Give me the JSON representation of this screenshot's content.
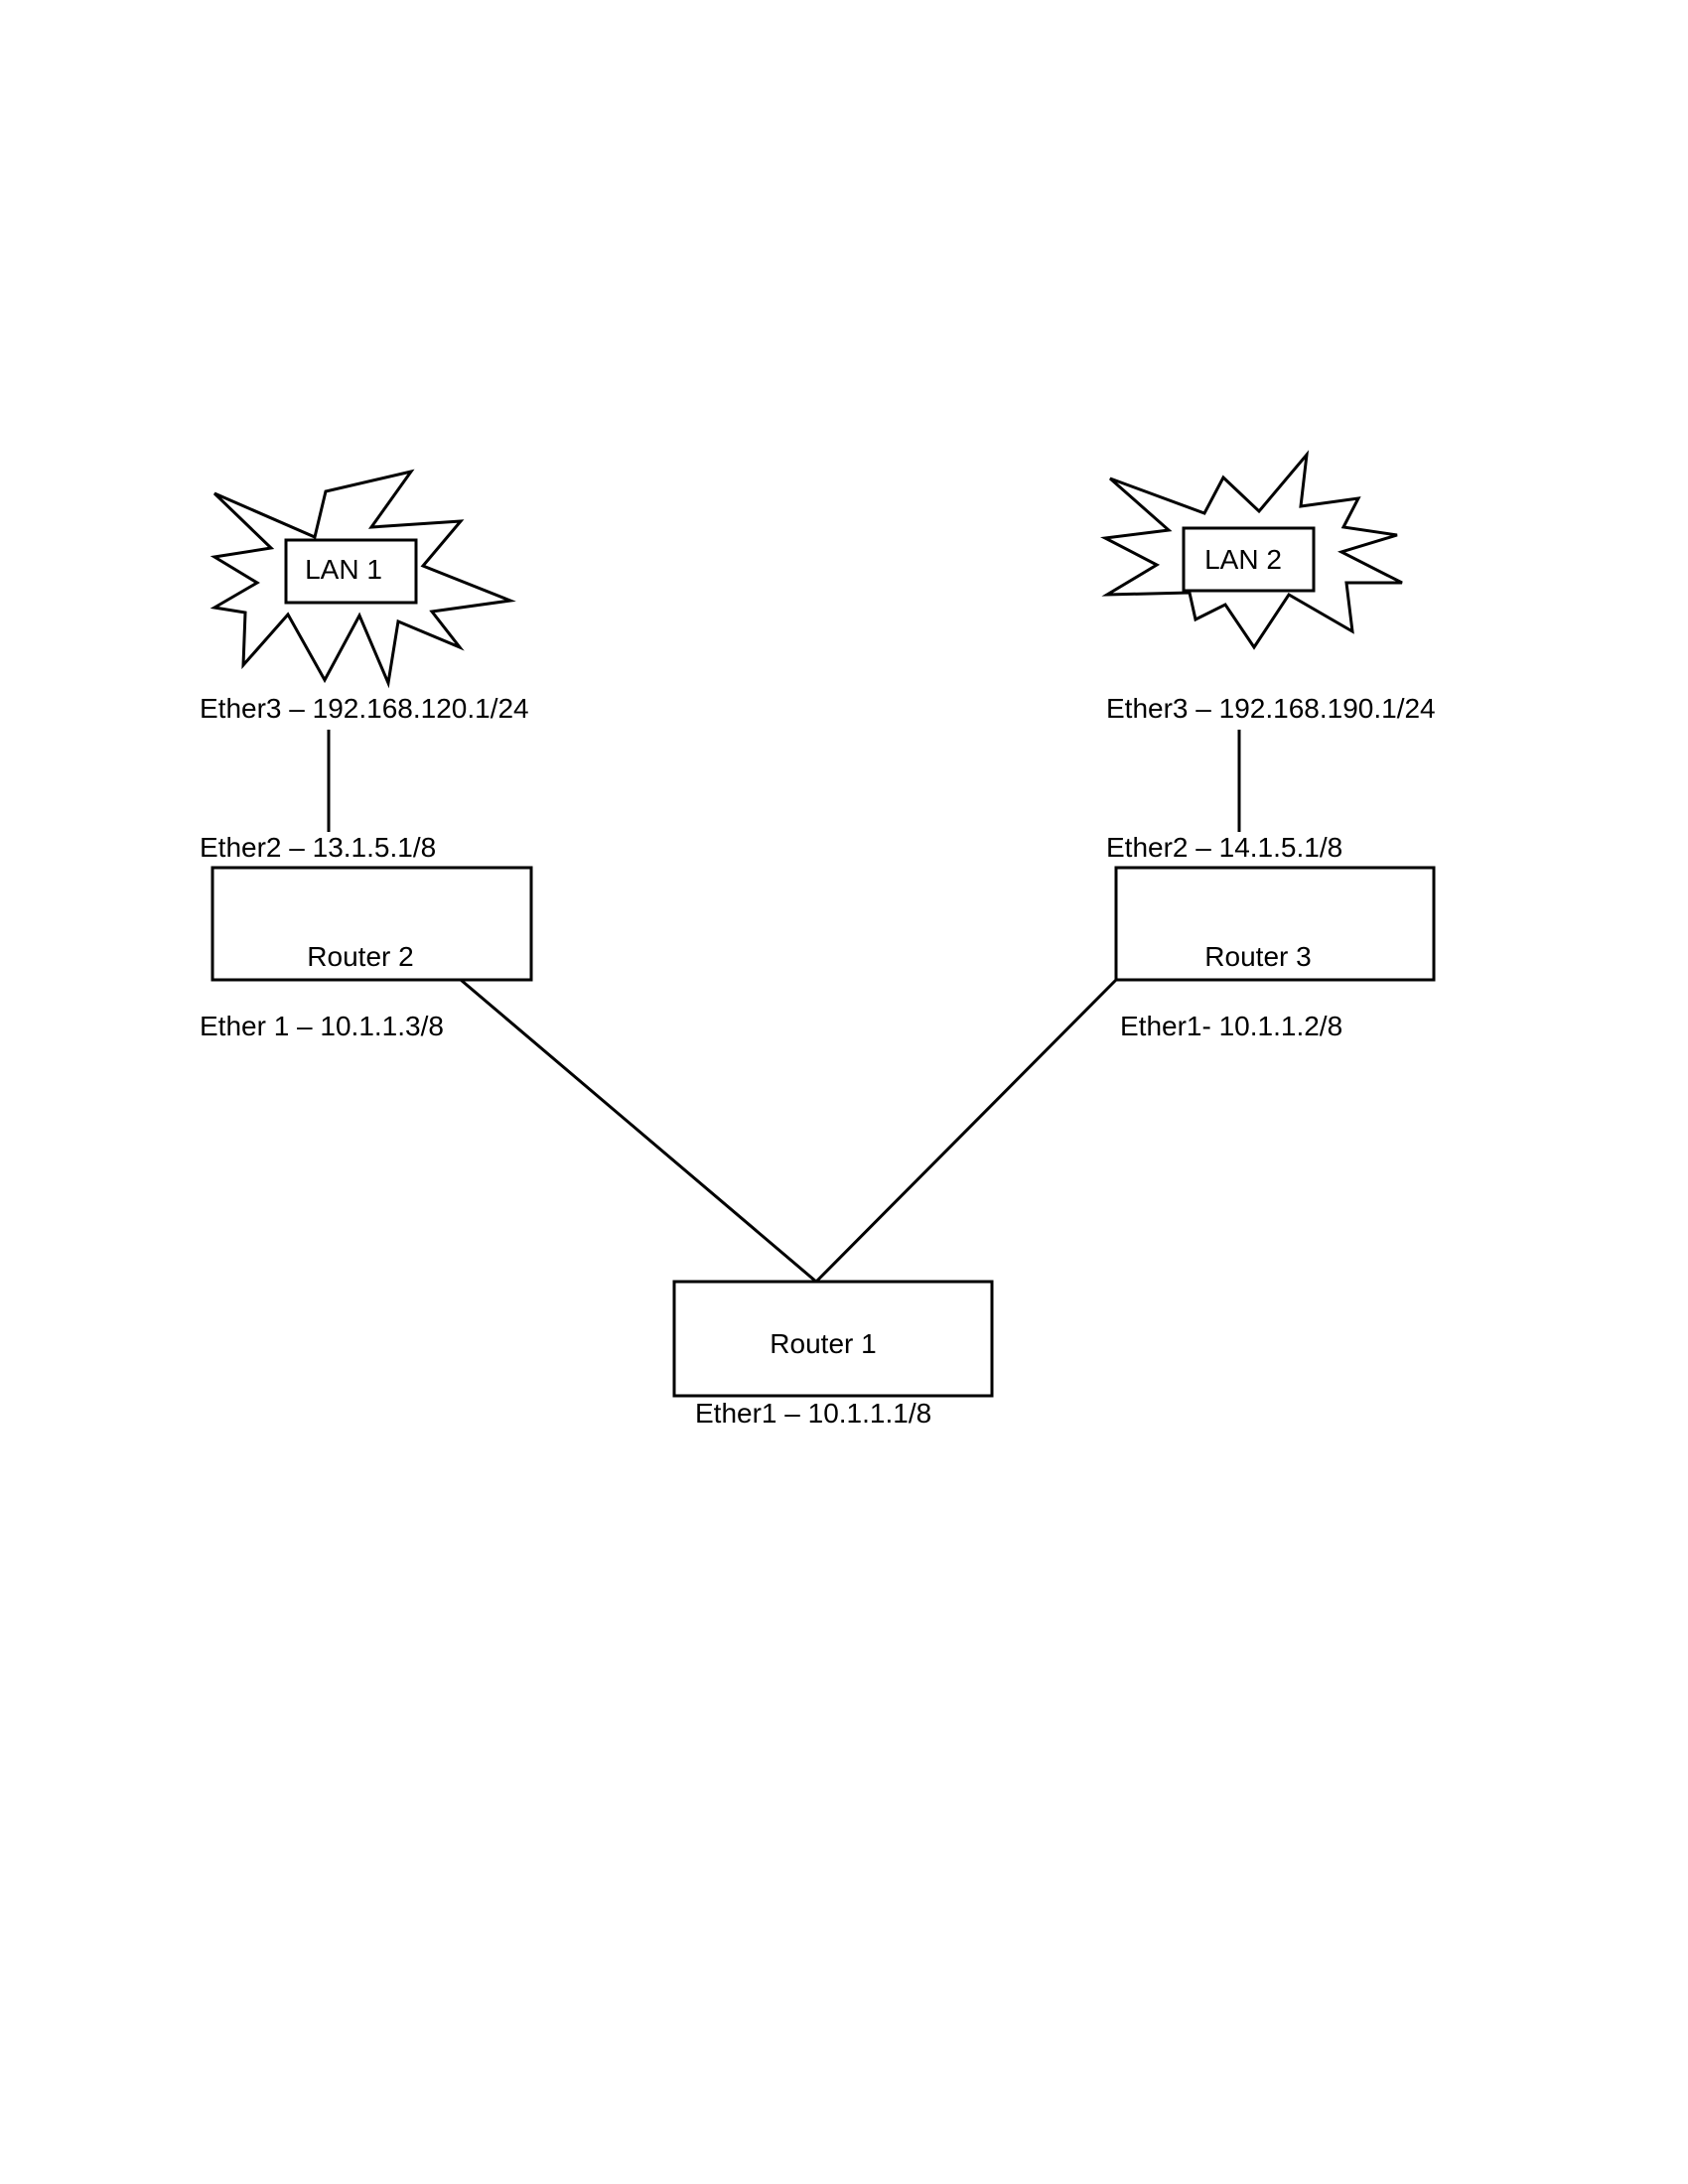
{
  "lans": {
    "lan1": {
      "label": "LAN 1"
    },
    "lan2": {
      "label": "LAN 2"
    }
  },
  "routers": {
    "router1": {
      "label": "Router 1"
    },
    "router2": {
      "label": "Router 2"
    },
    "router3": {
      "label": "Router 3"
    }
  },
  "interfaces": {
    "r2_ether3": "Ether3 – 192.168.120.1/24",
    "r2_ether2": "Ether2 – 13.1.5.1/8",
    "r2_ether1": "Ether 1 – 10.1.1.3/8",
    "r3_ether3": "Ether3 – 192.168.190.1/24",
    "r3_ether2": "Ether2 – 14.1.5.1/8",
    "r3_ether1": "Ether1- 10.1.1.2/8",
    "r1_ether1": "Ether1 – 10.1.1.1/8"
  },
  "colors": {
    "stroke": "#000000",
    "background": "#ffffff"
  }
}
